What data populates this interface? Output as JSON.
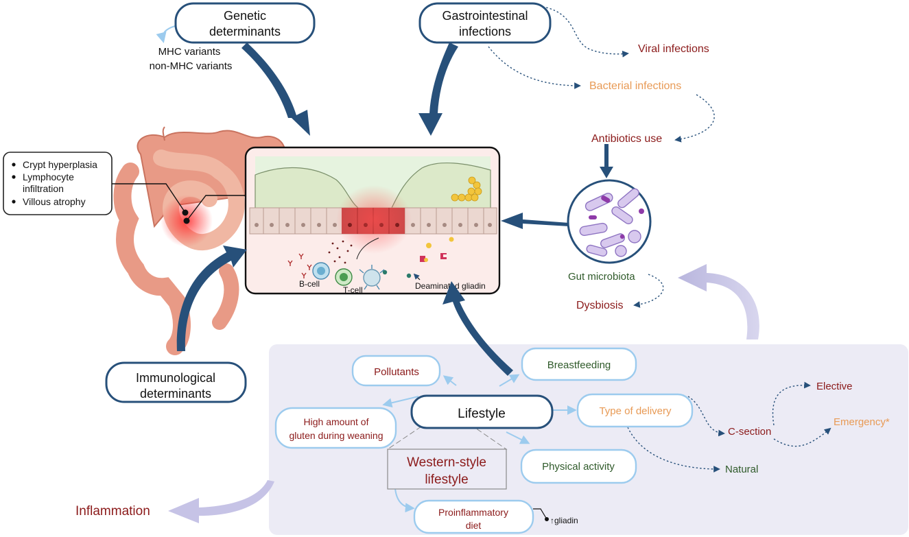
{
  "nodes": {
    "genetic": {
      "line1": "Genetic",
      "line2": "determinants"
    },
    "mhc": {
      "line1": "MHC variants",
      "line2": "non-MHC variants"
    },
    "gi": {
      "line1": "Gastrointestinal",
      "line2": "infections"
    },
    "viral": "Viral infections",
    "bacterial": "Bacterial  infections",
    "antibiotics": "Antibiotics use",
    "symptoms": [
      "Crypt hyperplasia",
      "Lymphocyte",
      "infiltration",
      "Villous atrophy"
    ],
    "gut_microbiota": "Gut microbiota",
    "dysbiosis": "Dysbiosis",
    "immuno": {
      "line1": "Immunological",
      "line2": "determinants"
    },
    "inflammation": "Inflammation",
    "pollutants": "Pollutants",
    "breastfeeding": "Breastfeeding",
    "lifestyle": "Lifestyle",
    "high_gluten": {
      "line1": "High amount of",
      "line2": "gluten during weaning"
    },
    "type_delivery": "Type of delivery",
    "elective": "Elective",
    "csection": "C-section",
    "emergency": "Emergency*",
    "natural": "Natural",
    "western": {
      "line1": "Western-style",
      "line2": "lifestyle"
    },
    "physical": "Physical activity",
    "proinflammatory": {
      "line1": "Proinflammatory",
      "line2": "diet"
    },
    "gliadin_up": "↑gliadin"
  },
  "tissue_labels": {
    "bcell": "B-cell",
    "tcell": "T-cell",
    "deaminated": "Deaminated gliadin"
  },
  "colors": {
    "navy": "#27507a",
    "dark_red": "#8b1a1a",
    "orange": "#e89a55",
    "green": "#2f5a2a",
    "light_blue": "#9ccbee",
    "lavender": "#ecebf5",
    "intestine": "#e89a86"
  }
}
